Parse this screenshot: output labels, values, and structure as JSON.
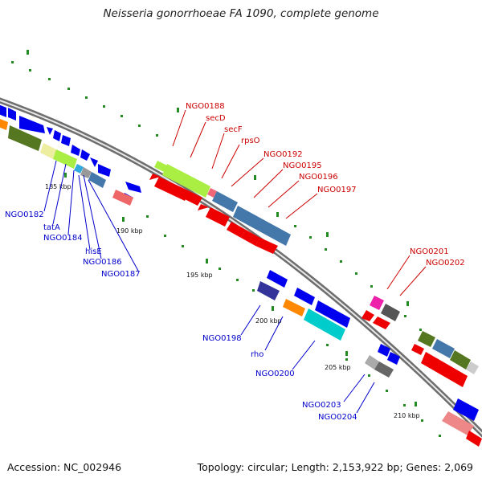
{
  "title": "Neisseria gonorrhoeae FA 1090, complete genome",
  "footer": {
    "accession": "Accession: NC_002946",
    "stats": "Topology: circular; Length: 2,153,922 bp; Genes: 2,069"
  },
  "colors": {
    "backbone": "#8a8a8a",
    "forward_label": "#0000cc",
    "reverse_label": "#cc0000",
    "tick_mark": "#228b22"
  },
  "ticks": [
    {
      "label": "185 kbp"
    },
    {
      "label": "190 kbp"
    },
    {
      "label": "195 kbp"
    },
    {
      "label": "200 kbp"
    },
    {
      "label": "205 kbp"
    },
    {
      "label": "210 kbp"
    }
  ],
  "labels": {
    "reverse": [
      "NGO0188",
      "secD",
      "secF",
      "rpsO",
      "NGO0192",
      "NGO0195",
      "NGO0196",
      "NGO0197",
      "NGO0201",
      "NGO0202"
    ],
    "forward": [
      "NGO0182",
      "tatA",
      "NGO0184",
      "hisE",
      "NGO0186",
      "NGO0187",
      "NGO0198",
      "rho",
      "NGO0200",
      "NGO0203",
      "NGO0204"
    ]
  }
}
